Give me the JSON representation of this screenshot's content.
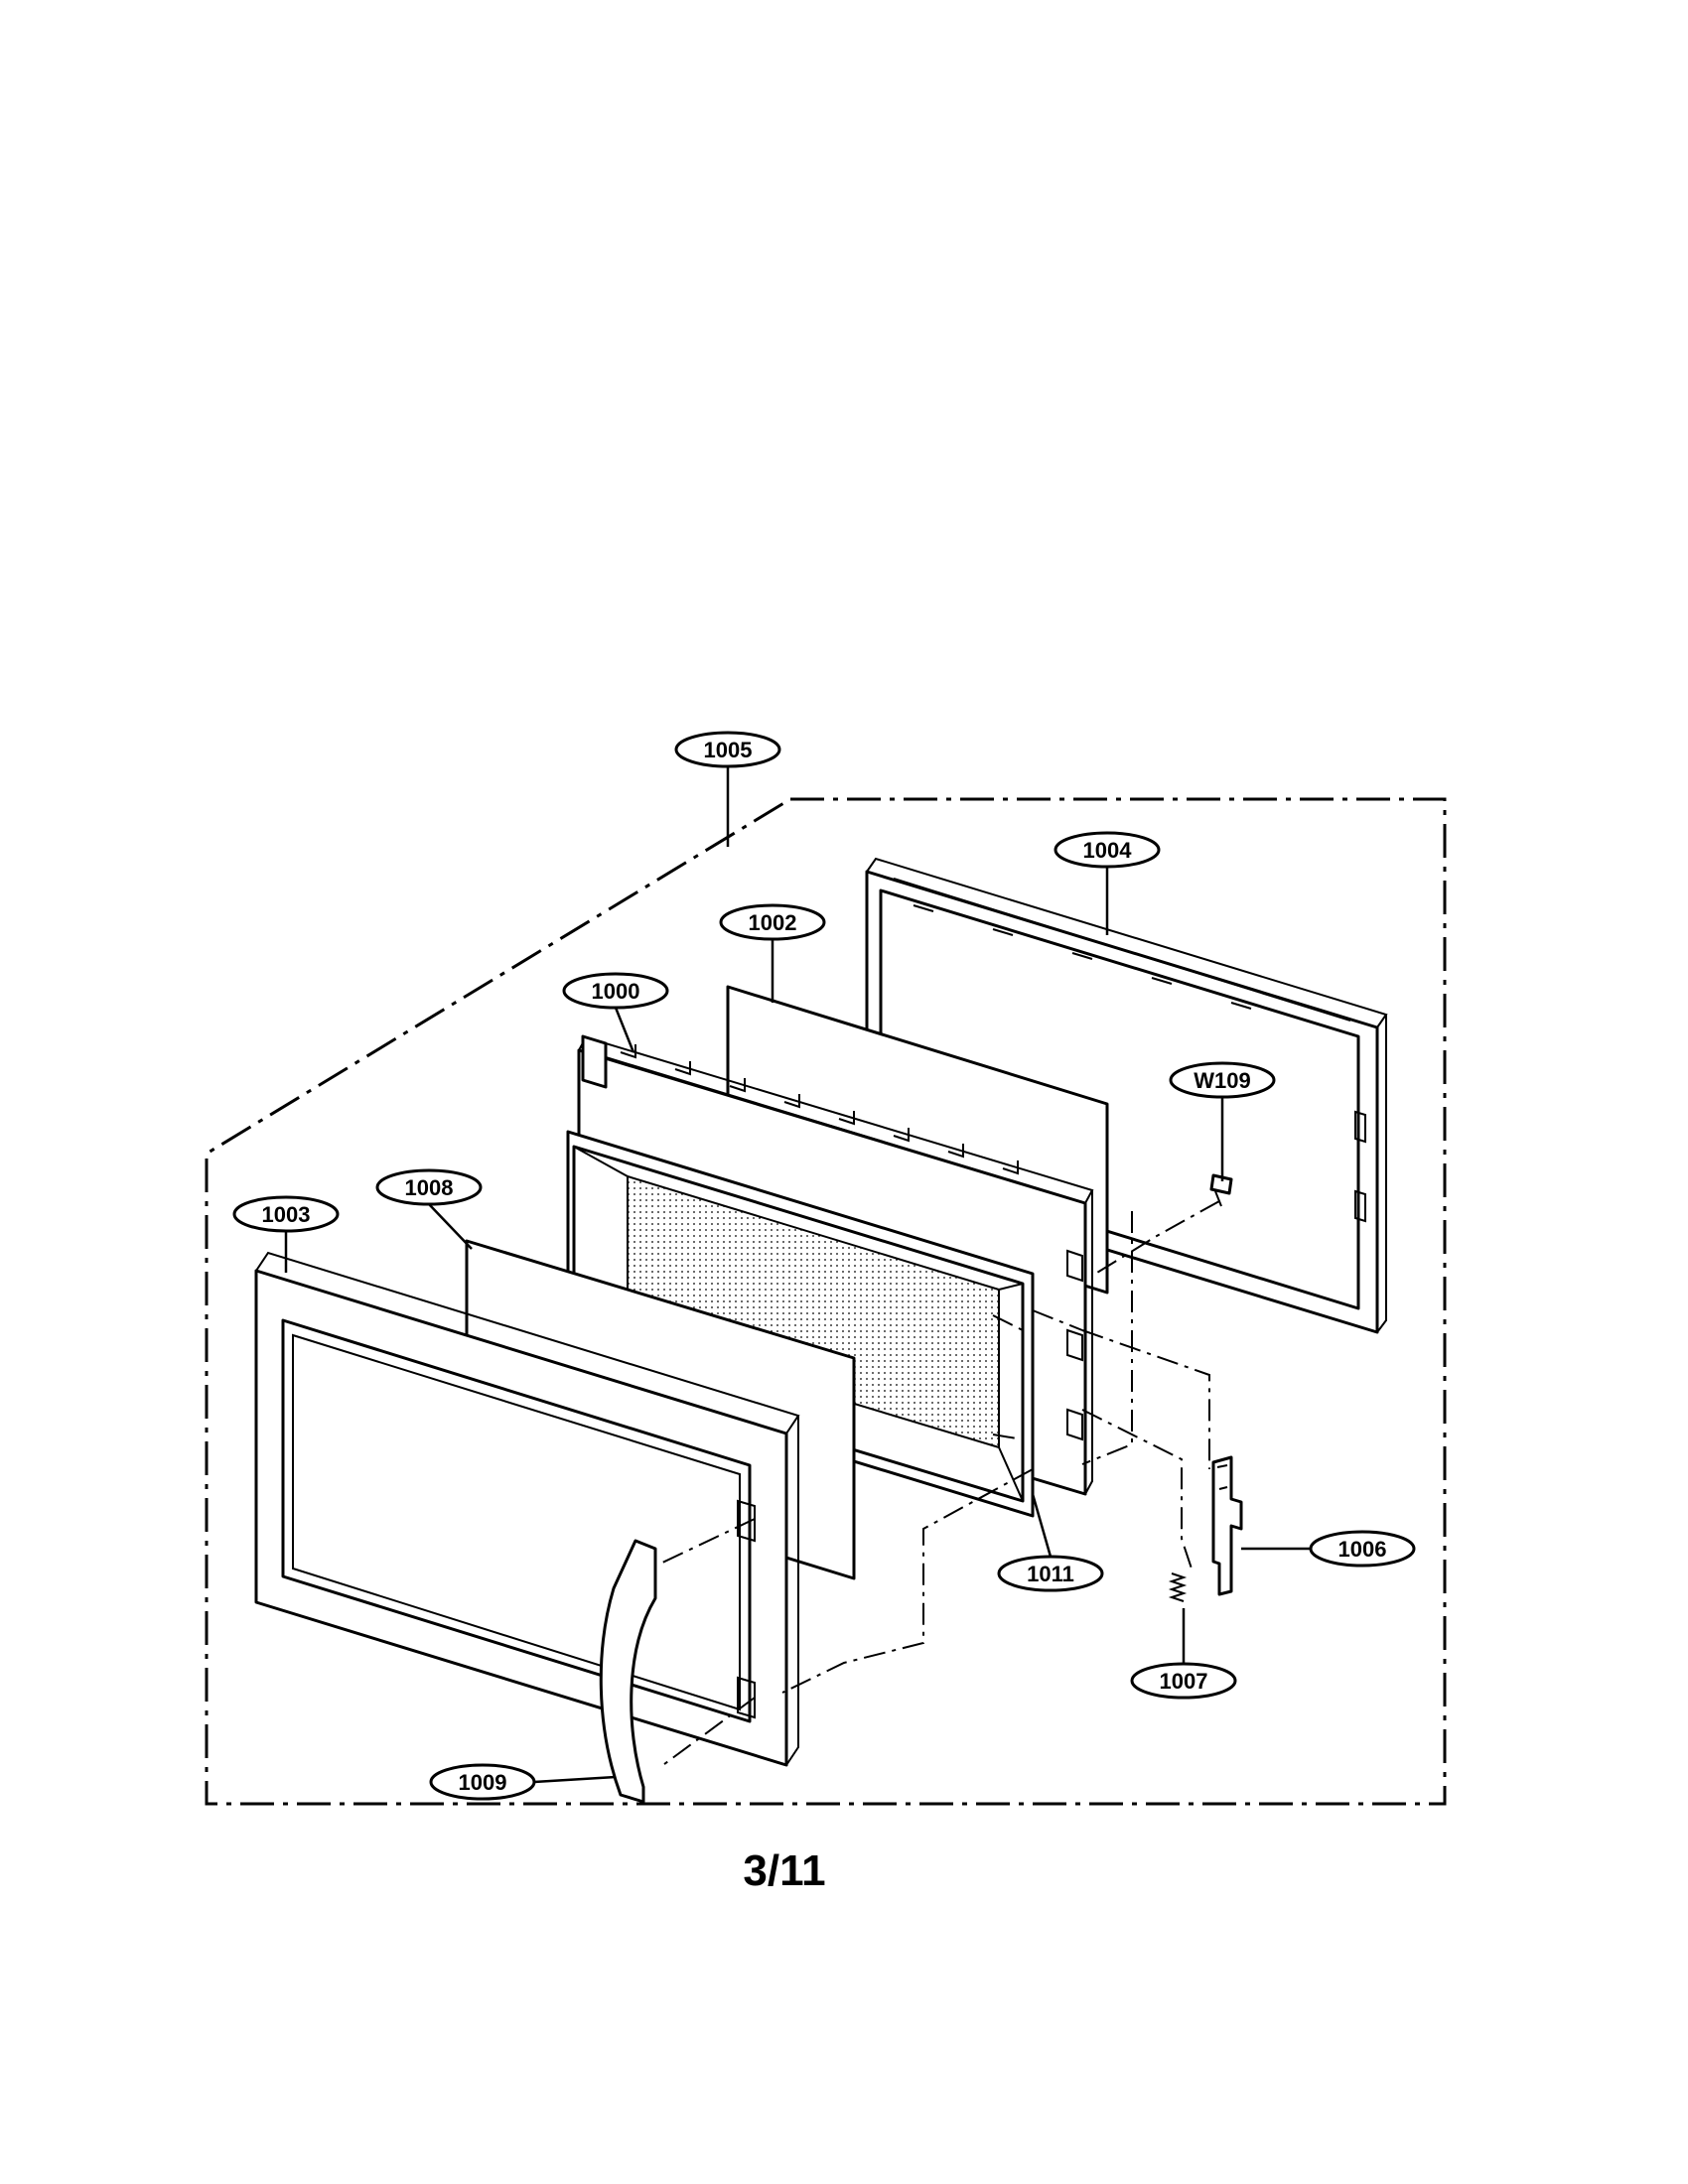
{
  "diagram": {
    "callouts": [
      {
        "id": "c1005",
        "label": "1005"
      },
      {
        "id": "c1004",
        "label": "1004"
      },
      {
        "id": "c1002",
        "label": "1002"
      },
      {
        "id": "c1000",
        "label": "1000"
      },
      {
        "id": "cW109",
        "label": "W109"
      },
      {
        "id": "c1003",
        "label": "1003"
      },
      {
        "id": "c1008",
        "label": "1008"
      },
      {
        "id": "c1006",
        "label": "1006"
      },
      {
        "id": "c1011",
        "label": "1011"
      },
      {
        "id": "c1007",
        "label": "1007"
      },
      {
        "id": "c1009",
        "label": "1009"
      }
    ]
  },
  "footer": {
    "page_number": "3/11"
  }
}
